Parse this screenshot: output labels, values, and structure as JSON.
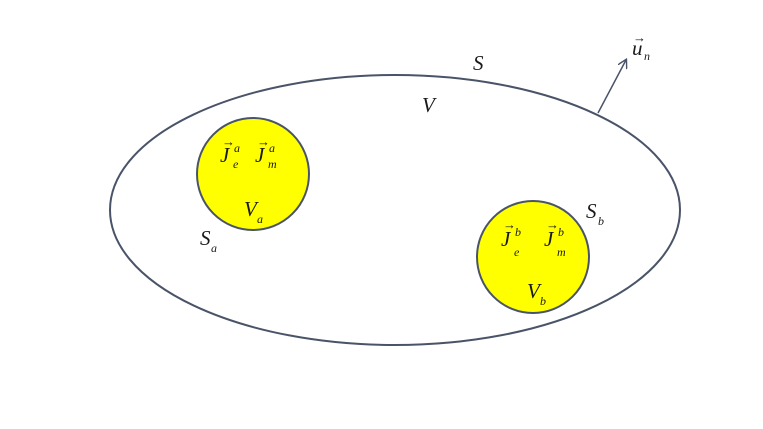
{
  "diagram": {
    "outer_volume_label": "V",
    "outer_surface_label": "S",
    "normal_vector": {
      "symbol": "u",
      "subscript": "n",
      "arrow": "→"
    },
    "region_a": {
      "volume_label": {
        "base": "V",
        "sub": "a"
      },
      "surface_label": {
        "base": "S",
        "sub": "a"
      },
      "electric_current": {
        "base": "J",
        "sup": "a",
        "sub": "e",
        "arrow": "→"
      },
      "magnetic_current": {
        "base": "J",
        "sup": "a",
        "sub": "m",
        "arrow": "→"
      }
    },
    "region_b": {
      "volume_label": {
        "base": "V",
        "sub": "b"
      },
      "surface_label": {
        "base": "S",
        "sub": "b"
      },
      "electric_current": {
        "base": "J",
        "sup": "b",
        "sub": "e",
        "arrow": "→"
      },
      "magnetic_current": {
        "base": "J",
        "sup": "b",
        "sub": "m",
        "arrow": "→"
      }
    },
    "colors": {
      "outline": "#4a5468",
      "source_fill": "#ffff00",
      "arrow": "#4a5468",
      "background": "#ffffff"
    }
  }
}
